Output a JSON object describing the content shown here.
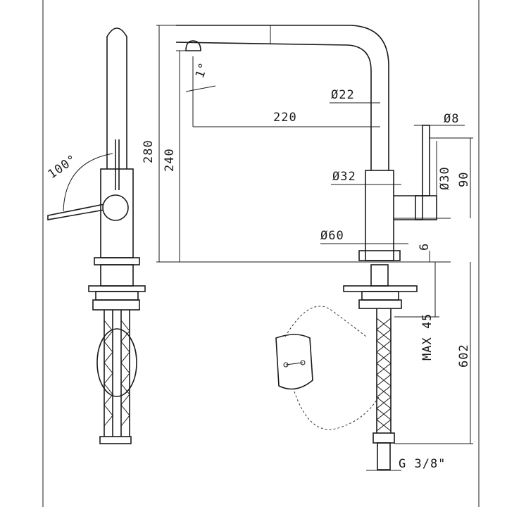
{
  "dimensions": {
    "angle_spout": "1°",
    "angle_handle": "100°",
    "width_spout": "220",
    "height_total": "280",
    "height_spout": "240",
    "dia_spout": "Ø22",
    "dia_body": "Ø32",
    "dia_base": "Ø60",
    "dia_handle": "Ø8",
    "dia_handle_base": "Ø30",
    "handle_height": "90",
    "base_thickness": "6",
    "max_deck": "MAX 45",
    "hose_length": "602",
    "connection": "G 3/8\""
  }
}
